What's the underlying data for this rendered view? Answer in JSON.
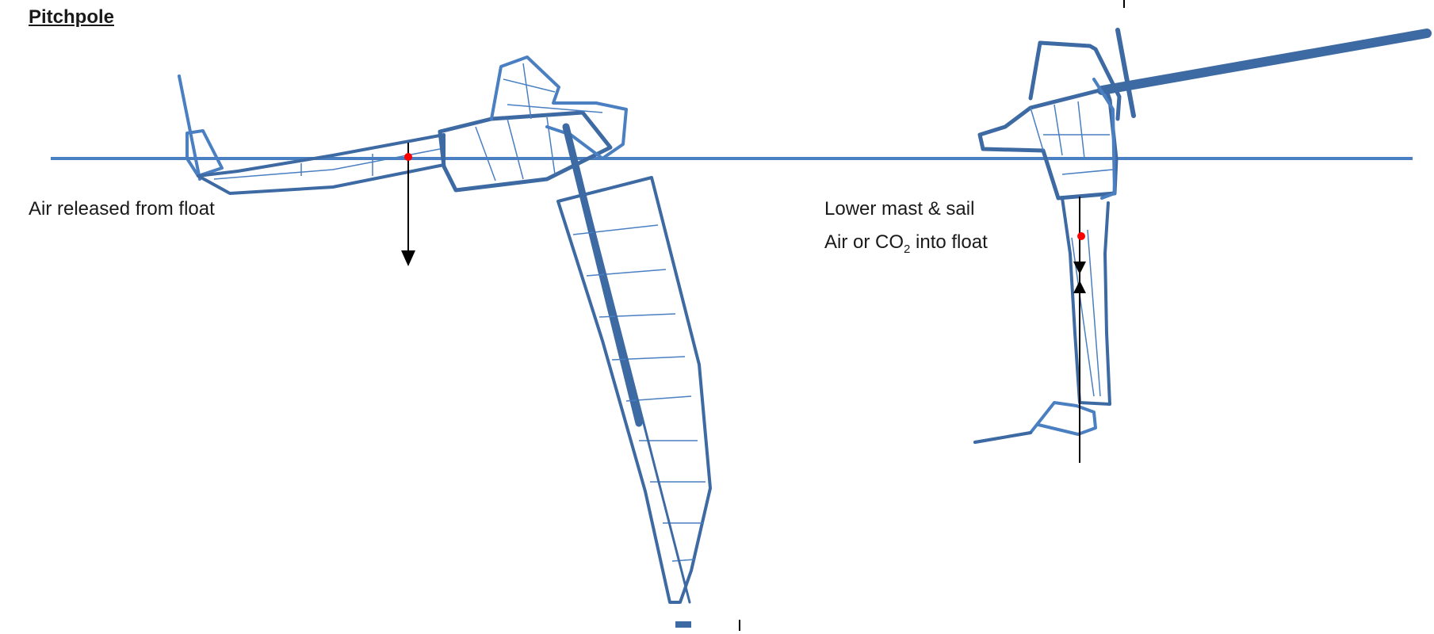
{
  "title": "Pitchpole",
  "annotations": {
    "left": "Air released from float",
    "right_line1": "Lower mast & sail",
    "right_line2_prefix": "Air or CO",
    "right_line2_sub": "2",
    "right_line2_suffix": " into float"
  },
  "colors": {
    "hull_stroke": "#3e6aa3",
    "waterline": "#4a7fc1",
    "force_arrow": "#000000",
    "center_point": "#ff0000"
  }
}
